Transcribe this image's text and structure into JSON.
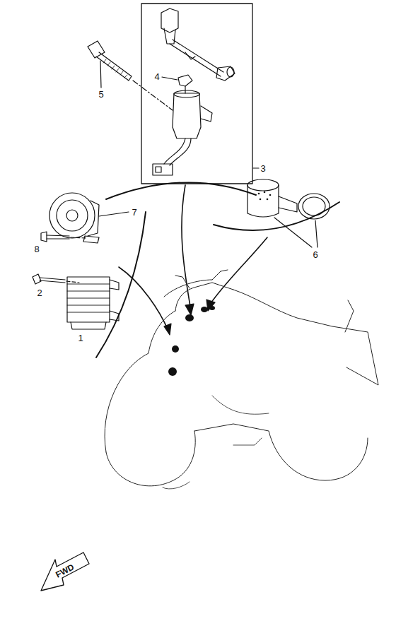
{
  "diagram": {
    "labels": [
      "5",
      "4",
      "3",
      "7",
      "6",
      "8",
      "2",
      "1",
      "FWD"
    ]
  }
}
